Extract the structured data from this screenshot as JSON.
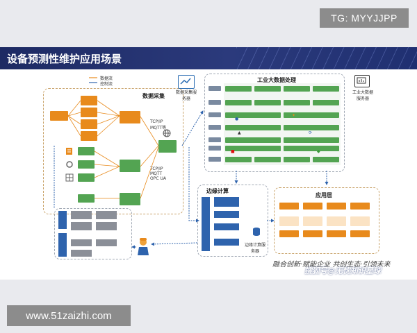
{
  "tag": "TG: MYYJJPP",
  "title": "设备预测性维护应用场景",
  "footer_url": "www.51zaizhi.com",
  "slogan": "融合创新·赋能企业  共创生态·引领未来",
  "watermark": "搜狐号@无忧知识星球",
  "legend": {
    "data_flow": "数据流",
    "control_flow": "控制流"
  },
  "sections": {
    "data_collection": "数据采集",
    "big_data": "工业大数据处理",
    "edge": "边缘计算",
    "application": "应用层",
    "data_report_service": "数据采集服务器",
    "big_data_service": "工业大数据服务器",
    "edge_service": "边缘计算服务器"
  },
  "protocols": {
    "top": "TCP/IP MQTT等",
    "bottom": "TCP/IP MQTT OPC UA"
  }
}
